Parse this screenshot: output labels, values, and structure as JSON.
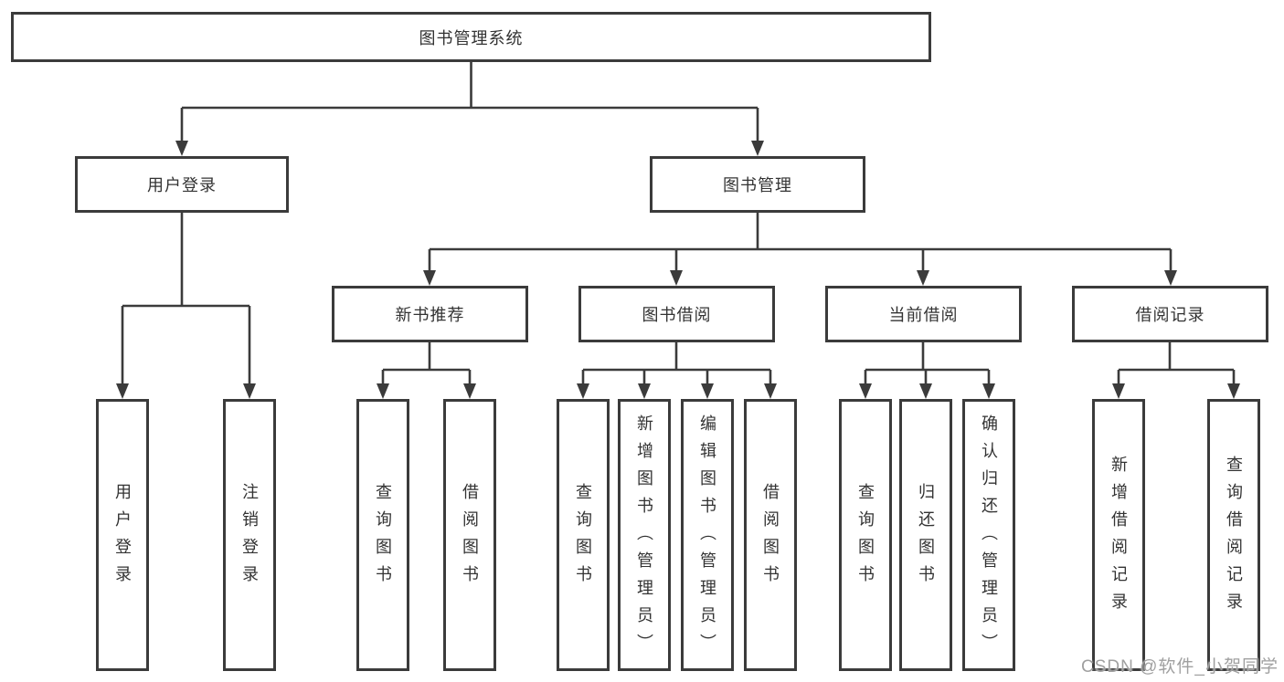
{
  "tree": {
    "root": {
      "label": "图书管理系统"
    },
    "branches": [
      {
        "label": "用户登录",
        "leaves": [
          {
            "label": "用户登录"
          },
          {
            "label": "注销登录"
          }
        ]
      },
      {
        "label": "图书管理",
        "groups": [
          {
            "label": "新书推荐",
            "leaves": [
              {
                "label": "查询图书"
              },
              {
                "label": "借阅图书"
              }
            ]
          },
          {
            "label": "图书借阅",
            "leaves": [
              {
                "label": "查询图书"
              },
              {
                "label": "新增图书（管理员）"
              },
              {
                "label": "编辑图书（管理员）"
              },
              {
                "label": "借阅图书"
              }
            ]
          },
          {
            "label": "当前借阅",
            "leaves": [
              {
                "label": "查询图书"
              },
              {
                "label": "归还图书"
              },
              {
                "label": "确认归还（管理员）"
              }
            ]
          },
          {
            "label": "借阅记录",
            "leaves": [
              {
                "label": "新增借阅记录"
              },
              {
                "label": "查询借阅记录"
              }
            ]
          }
        ]
      }
    ]
  },
  "watermark": {
    "text": "CSDN @软件_小贺同学"
  },
  "colors": {
    "line": "#3b3b3b",
    "text": "#333333",
    "background": "#ffffff",
    "watermark": "#a0a0a0"
  }
}
